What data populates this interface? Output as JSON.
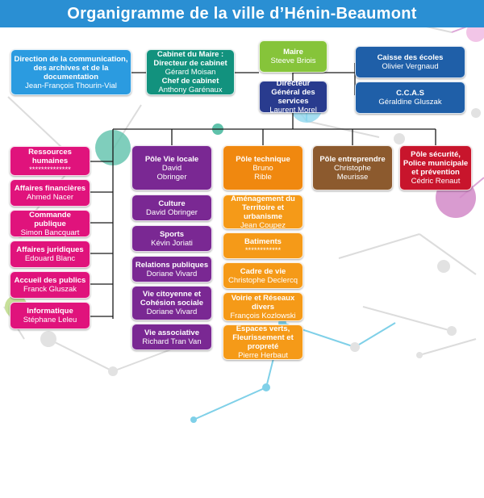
{
  "title": "Organigramme de la ville d’Hénin-Beaumont",
  "top": {
    "communication": {
      "title": "Direction de la communication, des archives et de la documentation",
      "name": "Jean-François Thourin-Vial"
    },
    "cabinet": {
      "title1": "Cabinet du Maire : Directeur de cabinet",
      "name1": "Gérard Moisan",
      "title2": "Chef de cabinet",
      "name2": "Anthony Garénaux"
    },
    "maire": {
      "title": "Maire",
      "name": "Steeve Briois"
    },
    "dgs": {
      "title": "Directeur Général des services",
      "name": "Laurent Morel"
    },
    "caisse": {
      "title": "Caisse des écoles",
      "name": "Olivier Vergnaud"
    },
    "ccas": {
      "title": "C.C.A.S",
      "name": "Géraldine Gluszak"
    }
  },
  "left": [
    {
      "title": "Ressources humaines",
      "name": "**************"
    },
    {
      "title": "Affaires financières",
      "name": "Ahmed Nacer"
    },
    {
      "title": "Commande publique",
      "name": "Simon Bancquart"
    },
    {
      "title": "Affaires juridiques",
      "name": "Edouard Blanc"
    },
    {
      "title": "Accueil des publics",
      "name": "Franck Gluszak"
    },
    {
      "title": "Informatique",
      "name": "Stéphane Leleu"
    }
  ],
  "poles": {
    "vie": {
      "title": "Pôle Vie locale",
      "name1": "David",
      "name2": "Obringer"
    },
    "technique": {
      "title": "Pôle technique",
      "name1": "Bruno",
      "name2": "Rible"
    },
    "entreprendre": {
      "title": "Pôle entreprendre",
      "name1": "Christophe",
      "name2": "Meurisse"
    },
    "securite": {
      "title": "Pôle sécurité, Police municipale et prévention",
      "name": "Cédric Renaut"
    }
  },
  "vie_sub": [
    {
      "title": "Culture",
      "name": "David Obringer"
    },
    {
      "title": "Sports",
      "name": "Kévin Joriati"
    },
    {
      "title": "Relations publiques",
      "name": "Doriane Vivard"
    },
    {
      "title": "Vie citoyenne et Cohésion sociale",
      "name": "Doriane Vivard"
    },
    {
      "title": "Vie associative",
      "name": "Richard Tran Van"
    }
  ],
  "tech_sub": [
    {
      "title": "Aménagement du Territoire et urbanisme",
      "name": "Jean Coupez"
    },
    {
      "title": "Batiments",
      "name": "************"
    },
    {
      "title": "Cadre de vie",
      "name": "Christophe Declercq"
    },
    {
      "title": "Voirie et Réseaux divers",
      "name": "François Kozlowski"
    },
    {
      "title": "Espaces verts, Fleurissement et propreté",
      "name": "Pierre Herbaut"
    }
  ],
  "colors": {
    "header": "#2a8fd3",
    "direction": "#2b9be0",
    "cabinet": "#12927e",
    "maire": "#86c43a",
    "dgs": "#293b8e",
    "support": "#e0137c",
    "vie": "#7a2893",
    "technique": "#f0880f",
    "entreprendre": "#8c5a2e",
    "securite": "#c8152c"
  }
}
